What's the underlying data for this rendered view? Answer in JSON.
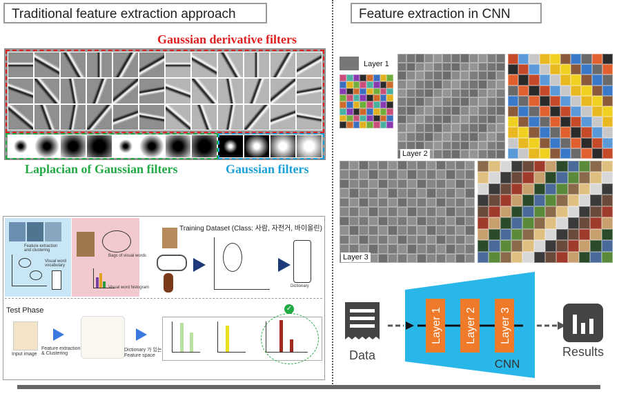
{
  "left": {
    "title": "Traditional feature extraction approach",
    "gaussian_derivative_label": "Gaussian derivative filters",
    "laplacian_label": "Laplacian of Gaussian filters",
    "gaussian_label": "Gaussian filters",
    "colors": {
      "red": "#e02020",
      "green": "#22aa44",
      "blue": "#1a9fd8"
    },
    "bow": {
      "feature_extraction": "Feature extraction and clustering",
      "visual_word_vocab": "Visual word vocabulary",
      "bags_label": "Bags of visual words",
      "histogram_label": "Visual word histogram",
      "training_title": "Training Dataset (Class: 사람, 자전거, 바이올린)",
      "feature_extraction_clustering": "Feature extraction & Clustering",
      "dictionary": "Dictionary",
      "test_phase": "Test Phase",
      "input_image": "Input image",
      "fe_clustering": "Feature extraction\n& Clustering",
      "dict_feature": "Dictionary 가 있는\nFeature space"
    }
  },
  "right": {
    "title": "Feature extraction in CNN",
    "layer1": "Layer 1",
    "layer2": "Layer 2",
    "layer3": "Layer 3",
    "diagram": {
      "data": "Data",
      "layers": [
        "Layer 1",
        "Layer 2",
        "Layer 3"
      ],
      "cnn": "CNN",
      "results": "Results",
      "colors": {
        "funnel": "#29b6e8",
        "layer": "#ef7a2a",
        "icon": "#444444"
      }
    }
  }
}
